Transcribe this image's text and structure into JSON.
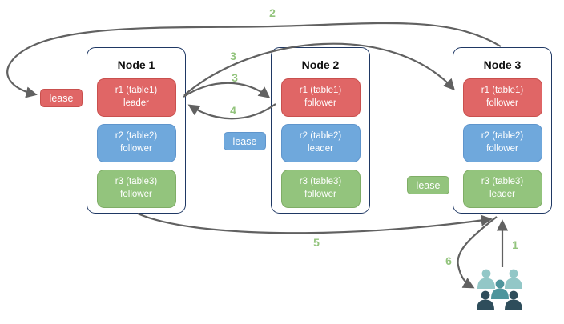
{
  "diagram": {
    "nodes": [
      {
        "title": "Node 1",
        "replicas": [
          {
            "name": "r1 (table1)",
            "role": "leader",
            "color": "#e06666"
          },
          {
            "name": "r2 (table2)",
            "role": "follower",
            "color": "#6fa8dc"
          },
          {
            "name": "r3 (table3)",
            "role": "follower",
            "color": "#93c47d"
          }
        ]
      },
      {
        "title": "Node 2",
        "replicas": [
          {
            "name": "r1 (table1)",
            "role": "follower",
            "color": "#e06666"
          },
          {
            "name": "r2 (table2)",
            "role": "leader",
            "color": "#6fa8dc"
          },
          {
            "name": "r3 (table3)",
            "role": "follower",
            "color": "#93c47d"
          }
        ]
      },
      {
        "title": "Node 3",
        "replicas": [
          {
            "name": "r1 (table1)",
            "role": "follower",
            "color": "#e06666"
          },
          {
            "name": "r2 (table2)",
            "role": "follower",
            "color": "#6fa8dc"
          },
          {
            "name": "r3 (table3)",
            "role": "leader",
            "color": "#93c47d"
          }
        ]
      }
    ],
    "leases": [
      {
        "label": "lease",
        "color": "#e06666"
      },
      {
        "label": "lease",
        "color": "#6fa8dc"
      },
      {
        "label": "lease",
        "color": "#93c47d"
      }
    ],
    "step_labels": {
      "s1": "1",
      "s2": "2",
      "s3a": "3",
      "s3b": "3",
      "s4": "4",
      "s5": "5",
      "s6": "6"
    },
    "icons": {
      "clients": "users-group-icon"
    },
    "colors": {
      "arrow": "#616161",
      "step_label": "#93c47d",
      "node_border": "#1f3864",
      "red": "#e06666",
      "blue": "#6fa8dc",
      "green": "#93c47d",
      "people_back": "#92c7c7",
      "people_middle": "#4e959c",
      "people_front": "#2e4d5b"
    }
  }
}
